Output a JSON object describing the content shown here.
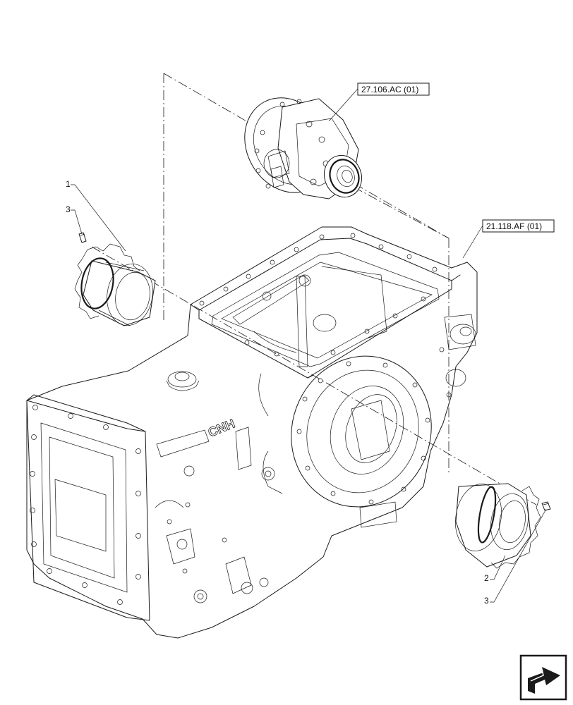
{
  "references": {
    "differential": "27.106.AC (01)",
    "housing": "21.118.AF (01)"
  },
  "callouts": {
    "item_1_left": "1",
    "item_3_left": "3",
    "item_2_right": "2",
    "item_3_right": "3"
  },
  "housing_logo": "CNH",
  "icons": {
    "navigation": "next-page-arrow-icon"
  }
}
